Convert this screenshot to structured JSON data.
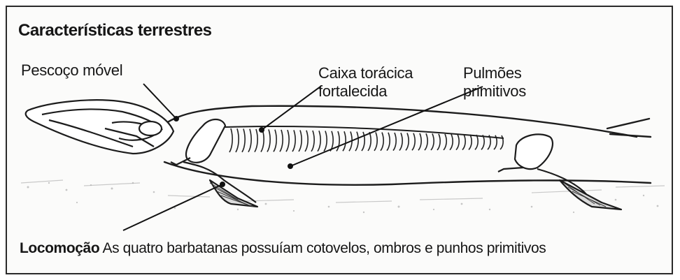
{
  "title": "Características terrestres",
  "labels": {
    "neck": "Pescoço móvel",
    "ribcage_line1": "Caixa torácica",
    "ribcage_line2": "fortalecida",
    "lungs_line1": "Pulmões",
    "lungs_line2": "primitivos"
  },
  "caption": {
    "heading": "Locomoção",
    "text": "As quatro barbatanas possuíam cotovelos, ombros e punhos primitivos"
  }
}
